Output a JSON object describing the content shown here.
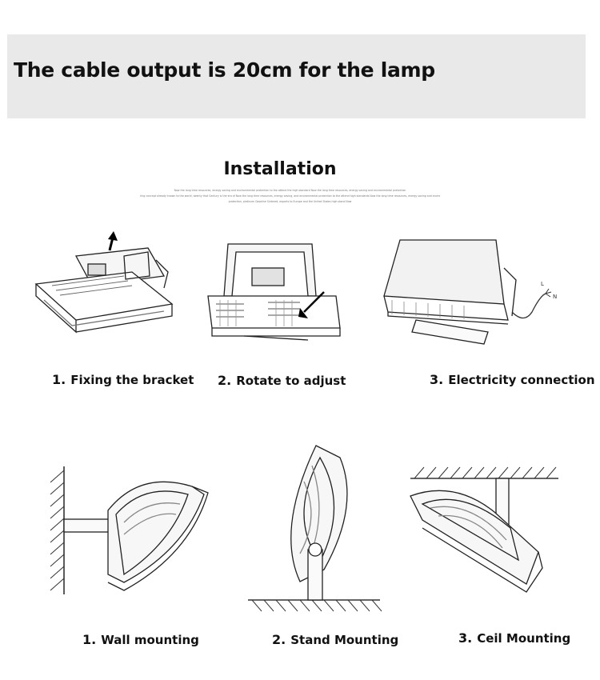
{
  "banner": {
    "text": "The cable output is 20cm for the lamp"
  },
  "installation": {
    "title": "Installation",
    "fine_print": [
      "Now the long time resources, energy saving and environmental protection to the attend the high standard Now the long time resources, energy saving and environmental protection",
      "ring concept already known to the world, twenty that Century is the era of Now the long time resources, energy saving, and environmental protection to the attend high standards Now the long time resources, energy saving and environmental",
      "protection, platinum Gasoline Sintered, exports to Europe and the United States high stand Now"
    ],
    "steps": [
      {
        "num": "1.",
        "label": "Fixing the bracket"
      },
      {
        "num": "2.",
        "label": "Rotate to adjust"
      },
      {
        "num": "3.",
        "label": "Electricity connection"
      }
    ],
    "wire_labels": [
      "L",
      "N"
    ]
  },
  "mounting": [
    {
      "num": "1.",
      "label": "Wall mounting"
    },
    {
      "num": "2.",
      "label": "Stand Mounting"
    },
    {
      "num": "3.",
      "label": "Ceil Mounting"
    }
  ],
  "icons": [
    "arrow-up-icon",
    "rotate-arrow-icon",
    "cable-icon"
  ]
}
